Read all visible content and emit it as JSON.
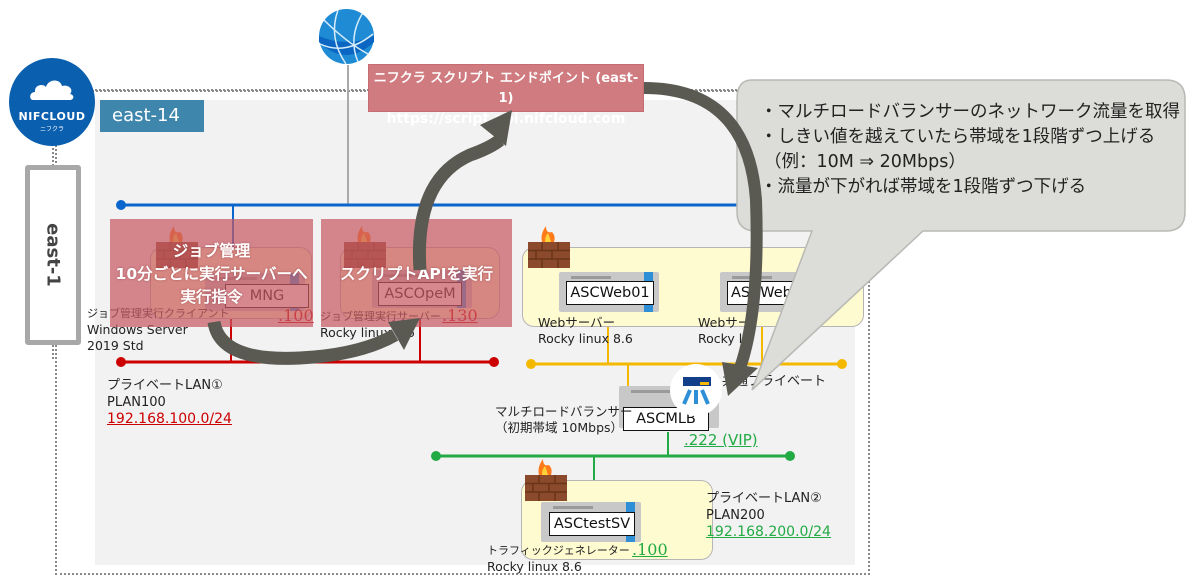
{
  "logo": {
    "brand": "NIFCLOUD",
    "sub": "ニフクラ"
  },
  "region": {
    "label": "east-1"
  },
  "zone": {
    "label": "east-14"
  },
  "internet": {
    "icon": "globe-icon"
  },
  "endpoint": {
    "title": "ニフクラ スクリプト エンドポイント (east-1)",
    "url": "https://script.api.nifcloud.com"
  },
  "callout": {
    "lines": [
      "・マルチロードバランサーのネットワーク流量を取得",
      "・しきい値を越えていたら帯域を1段階ずつ上げる",
      "（例：10M ⇒ 20Mbps）",
      "・流量が下がれば帯域を1段階ずつ下げる"
    ]
  },
  "overlays": {
    "job": {
      "line1": "ジョブ管理",
      "line2": "10分ごとに実行サーバーへ",
      "line3": "実行指令"
    },
    "script": {
      "line1": "スクリプトAPIを実行"
    }
  },
  "servers": {
    "mng": {
      "name": "ASCOpeMNG",
      "name_visible": "MNG",
      "role": "ジョブ管理実行クライアント",
      "os1": "Windows Server",
      "os2": "2019 Std",
      "ip": ".100"
    },
    "opem": {
      "name": "ASCOpeM",
      "role": "ジョブ管理実行サーバー",
      "os": "Rocky linux 8.6",
      "os_visible": "Rocky lin",
      "ip": ".130"
    },
    "web01": {
      "name": "ASCWeb01",
      "role": "Webサーバー",
      "os": "Rocky linux 8.6"
    },
    "web02": {
      "name": "ASCWeb",
      "role": "Webサー",
      "os": "Rocky li"
    },
    "mlb": {
      "name": "ASCMLB",
      "role": "マルチロードバランサー",
      "bandwidth": "（初期帯域 10Mbps）",
      "ip": ".222 (VIP)"
    },
    "testsv": {
      "name": "ASCtestSV",
      "role": "トラフィックジェネレーター",
      "os": "Rocky linux 8.6",
      "ip": ".100"
    }
  },
  "networks": {
    "plan100": {
      "name": "プライベートLAN①",
      "id": "PLAN100",
      "cidr": "192.168.100.0/24",
      "color": "#cc0000"
    },
    "plan200": {
      "name": "プライベートLAN②",
      "id": "PLAN200",
      "cidr": "192.168.200.0/24",
      "color": "#22aa44"
    },
    "common": {
      "name": "共通プライベート",
      "color": "#f5b800"
    },
    "global": {
      "color": "#0a66cc"
    }
  },
  "colors": {
    "arrow": "#5a5a52",
    "overlay": "#cf7b80",
    "zone_label": "#3f86ad",
    "logo": "#0a5fae"
  }
}
